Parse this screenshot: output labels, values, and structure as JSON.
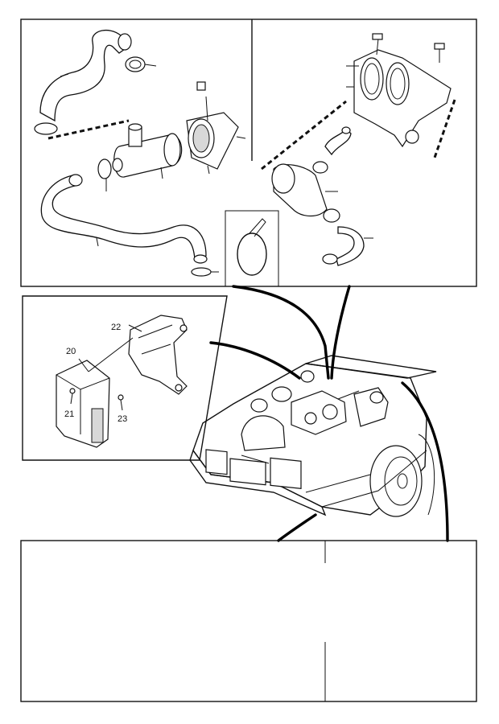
{
  "callouts": {
    "n20": "20",
    "n21": "21",
    "n22": "22",
    "n23": "23"
  },
  "colors": {
    "line": "#111111",
    "background": "#ffffff"
  }
}
